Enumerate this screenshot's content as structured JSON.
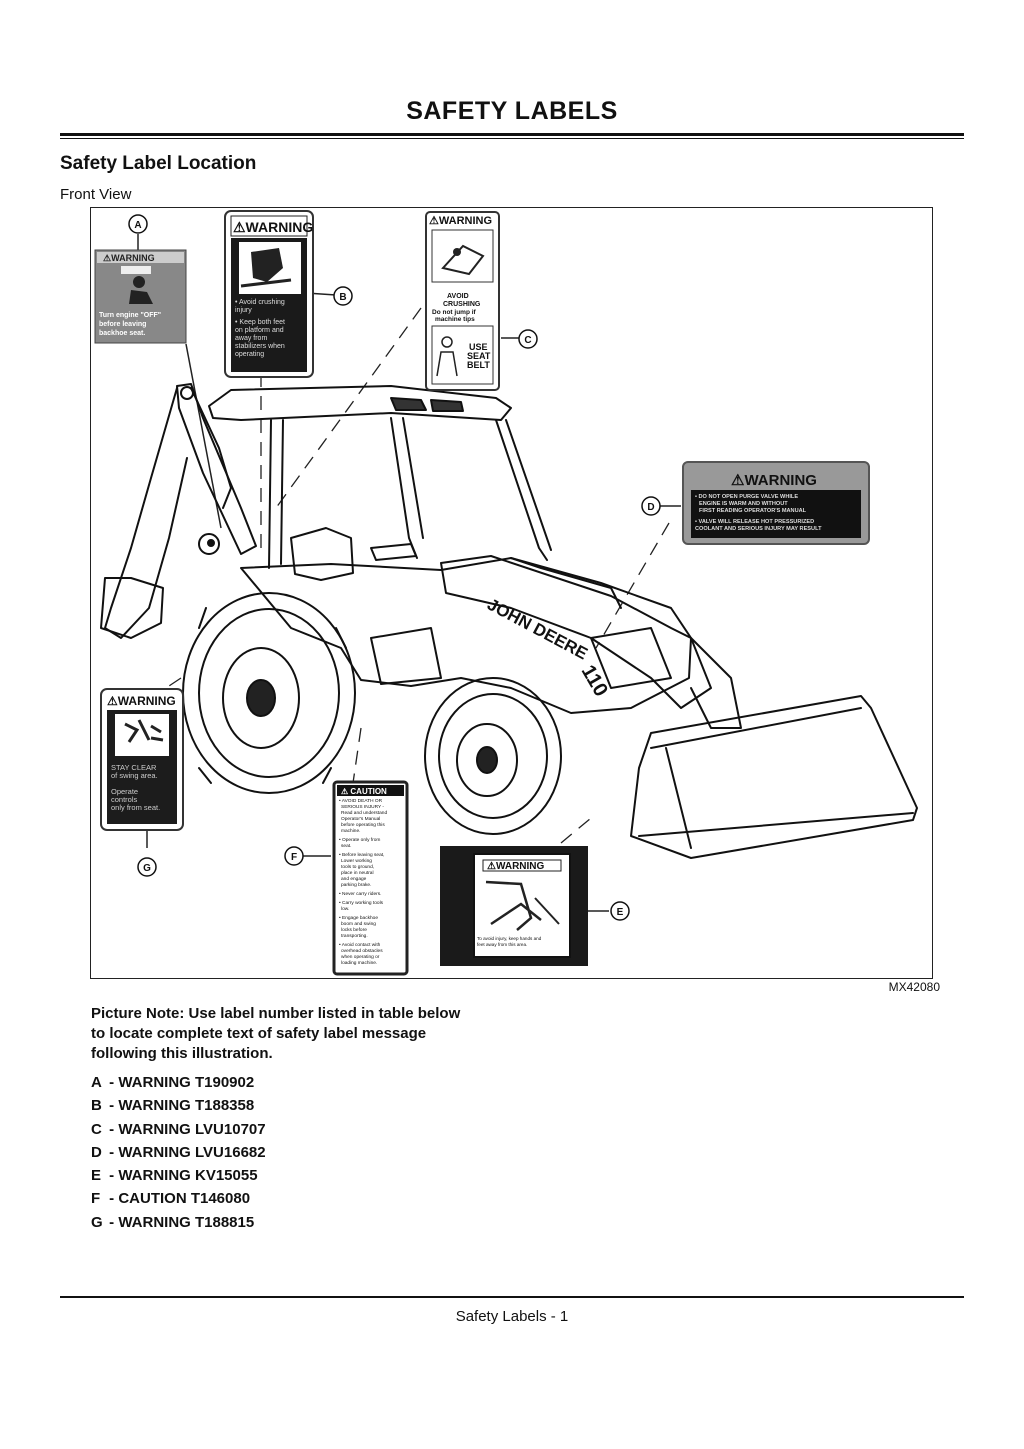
{
  "page": {
    "title": "SAFETY LABELS",
    "section_title": "Safety Label Location",
    "subsection_title": "Front View",
    "figure_id": "MX42080",
    "note": "Picture Note: Use label number listed in table below to locate complete text of safety label message following this illustration.",
    "footer": "Safety Labels - 1"
  },
  "label_list": [
    {
      "letter": "A",
      "text": "- WARNING T190902"
    },
    {
      "letter": "B",
      "text": "- WARNING T188358"
    },
    {
      "letter": "C",
      "text": "- WARNING LVU10707"
    },
    {
      "letter": "D",
      "text": "- WARNING LVU16682"
    },
    {
      "letter": "E",
      "text": "- WARNING KV15055"
    },
    {
      "letter": "F",
      "text": "- CAUTION T146080"
    },
    {
      "letter": "G",
      "text": "- WARNING T188815"
    }
  ],
  "callouts": {
    "a": "A",
    "b": "B",
    "c": "C",
    "d": "D",
    "e": "E",
    "f": "F",
    "g": "G"
  },
  "decals": {
    "a": {
      "header": "⚠WARNING",
      "line1": "Turn engine \"OFF\"",
      "line2": "before leaving",
      "line3": "backhoe seat."
    },
    "b": {
      "header": "⚠WARNING",
      "line1": "• Avoid crushing",
      "line2": "injury",
      "line3": "• Keep both feet",
      "line4": "on platform and",
      "line5": "away from",
      "line6": "stabilizers when",
      "line7": "operating"
    },
    "c": {
      "header": "⚠WARNING",
      "line1": "AVOID",
      "line2": "CRUSHING",
      "line3": "Do not jump if",
      "line4": "machine tips",
      "line5": "USE",
      "line6": "SEAT",
      "line7": "BELT"
    },
    "d": {
      "header": "⚠WARNING",
      "line1": "• DO NOT OPEN PURGE VALVE WHILE",
      "line2": "ENGINE IS WARM AND WITHOUT",
      "line3": "FIRST READING OPERATOR'S MANUAL",
      "line4": "• VALVE WILL RELEASE HOT PRESSURIZED",
      "line5": "COOLANT AND SERIOUS INJURY MAY RESULT"
    },
    "e": {
      "header": "⚠WARNING",
      "line1": "To avoid injury, keep hands and",
      "line2": "feet away from this area."
    },
    "f": {
      "header": "⚠ CAUTION",
      "line1": "• AVOID DEATH OR",
      "line2": "SERIOUS INJURY -",
      "line3": "Read and understand",
      "line4": "Operator's Manual",
      "line5": "before operating this",
      "line6": "machine.",
      "line7": "• Operate only from",
      "line8": "seat.",
      "line9": "• Before leaving seat,",
      "line10": "Lower working",
      "line11": "tools to ground,",
      "line12": "place in neutral",
      "line13": "and engage",
      "line14": "parking brake.",
      "line15": "• Never carry riders.",
      "line16": "• Carry working tools",
      "line17": "low.",
      "line18": "• Engage backhoe",
      "line19": "boom and swing",
      "line20": "locks before",
      "line21": "transporting.",
      "line22": "• Avoid contact with",
      "line23": "overhead obstacles",
      "line24": "when operating or",
      "line25": "loading machine."
    },
    "g": {
      "header": "⚠WARNING",
      "line1": "STAY CLEAR",
      "line2": "of swing area.",
      "line3": "Operate",
      "line4": "controls",
      "line5": "only from seat."
    }
  },
  "tractor": {
    "brand": "JOHN DEERE",
    "model": "110"
  }
}
